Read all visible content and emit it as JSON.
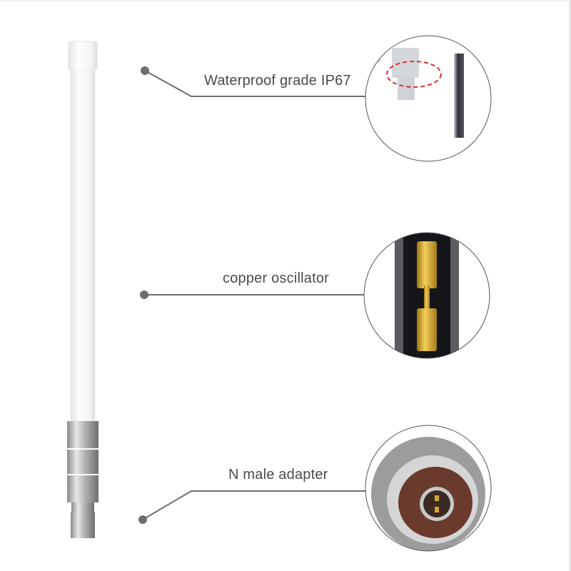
{
  "callouts": [
    {
      "label": "Waterproof grade IP67",
      "detail": "radome-seal-closeup"
    },
    {
      "label": "copper oscillator",
      "detail": "copper-oscillator-cutaway"
    },
    {
      "label": "N male adapter",
      "detail": "n-male-connector-closeup"
    }
  ],
  "colors": {
    "line": "#6e6e6e",
    "text": "#4a4a4a",
    "copper": "#d4a72c",
    "seal-mark": "#d9302c"
  }
}
